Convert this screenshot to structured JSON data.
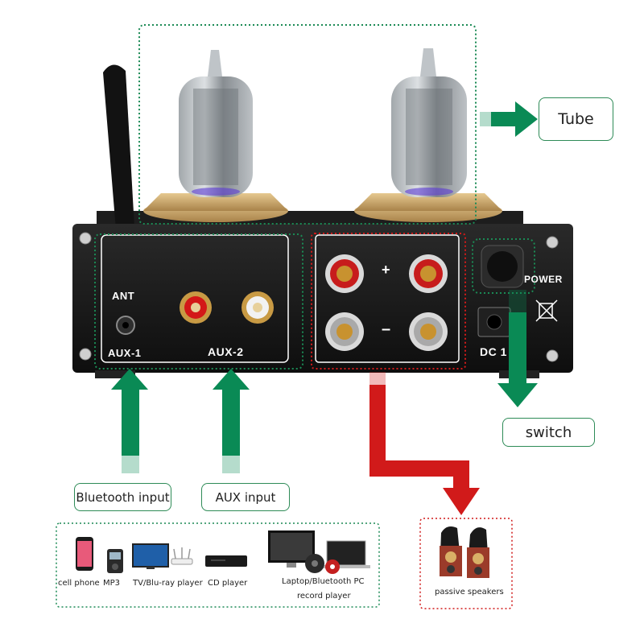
{
  "callouts": {
    "tube": "Tube",
    "switch": "switch",
    "bluetooth_input": "Bluetooth input",
    "aux_input": "AUX input"
  },
  "panel_labels": {
    "ant": "ANT",
    "aux1": "AUX-1",
    "aux2": "AUX-2",
    "power": "POWER",
    "dc": "DC 1",
    "plus": "+",
    "minus": "–"
  },
  "sources": [
    {
      "label": "cell phone",
      "icon": "smartphone-icon"
    },
    {
      "label": "MP3",
      "icon": "mp3-player-icon"
    },
    {
      "label": "TV/Blu-ray player",
      "icon": "tv-icon"
    },
    {
      "label": "CD player",
      "icon": "cd-player-icon"
    },
    {
      "label": "Laptop/Bluetooth PC",
      "icon": "computer-icon"
    },
    {
      "label": "record player",
      "icon": "record-player-icon"
    }
  ],
  "output": {
    "label": "passive speakers",
    "icon": "speakers-icon"
  },
  "colors": {
    "green_accent": "#0a8a55",
    "red_accent": "#d11a1a",
    "panel": "#151515",
    "gold": "#c9a45a"
  }
}
